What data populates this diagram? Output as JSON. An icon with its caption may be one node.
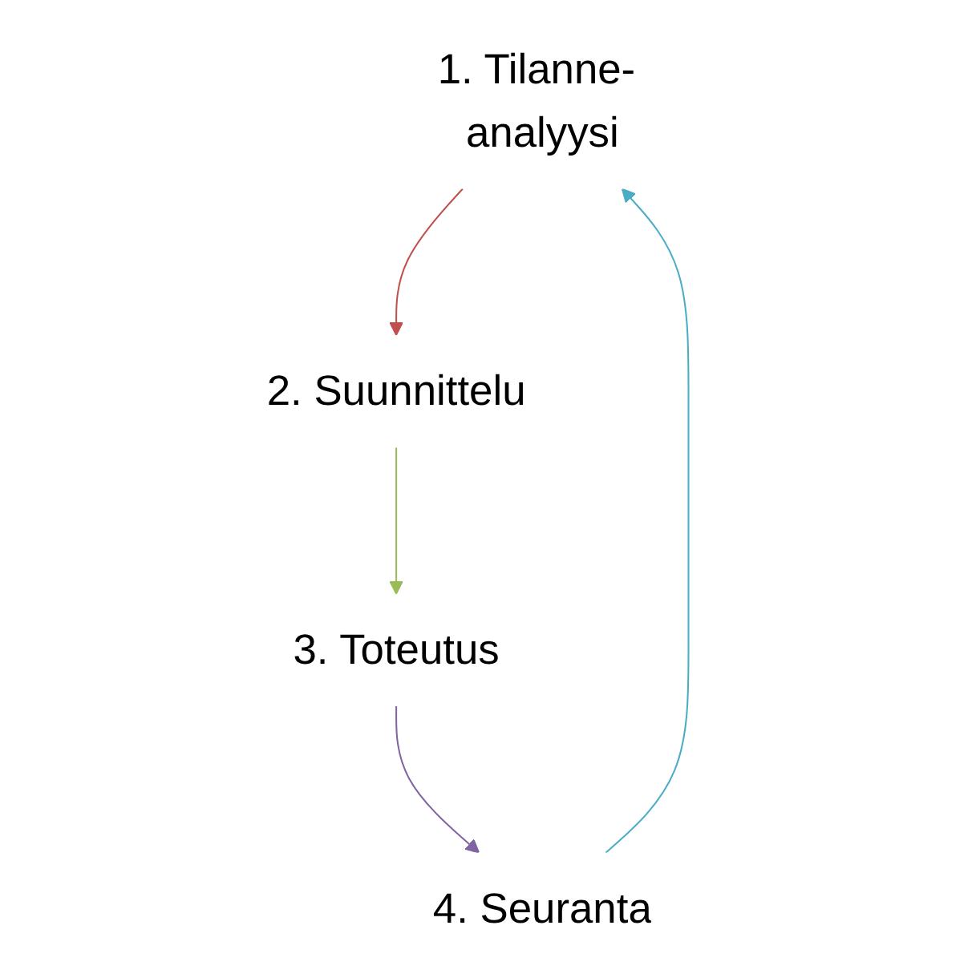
{
  "diagram": {
    "nodes": [
      {
        "text": [
          "1. Tilanne- analyysi"
        ]
      },
      {
        "text": [
          "2. Suunnittelu"
        ]
      },
      {
        "text": [
          "3. Toteutus"
        ]
      },
      {
        "text": [
          "4. Seuranta"
        ]
      }
    ],
    "edges": [
      {
        "from": 0,
        "to": 1,
        "arrow": "to",
        "color": "#c0504d"
      },
      {
        "from": 1,
        "to": 2,
        "arrow": "to",
        "color": "#9bbb59"
      },
      {
        "from": 2,
        "to": 3,
        "arrow": "to",
        "color": "#8064a2"
      },
      {
        "from": 3,
        "to": 0,
        "arrow": "to",
        "color": "#4bacc6"
      }
    ]
  }
}
